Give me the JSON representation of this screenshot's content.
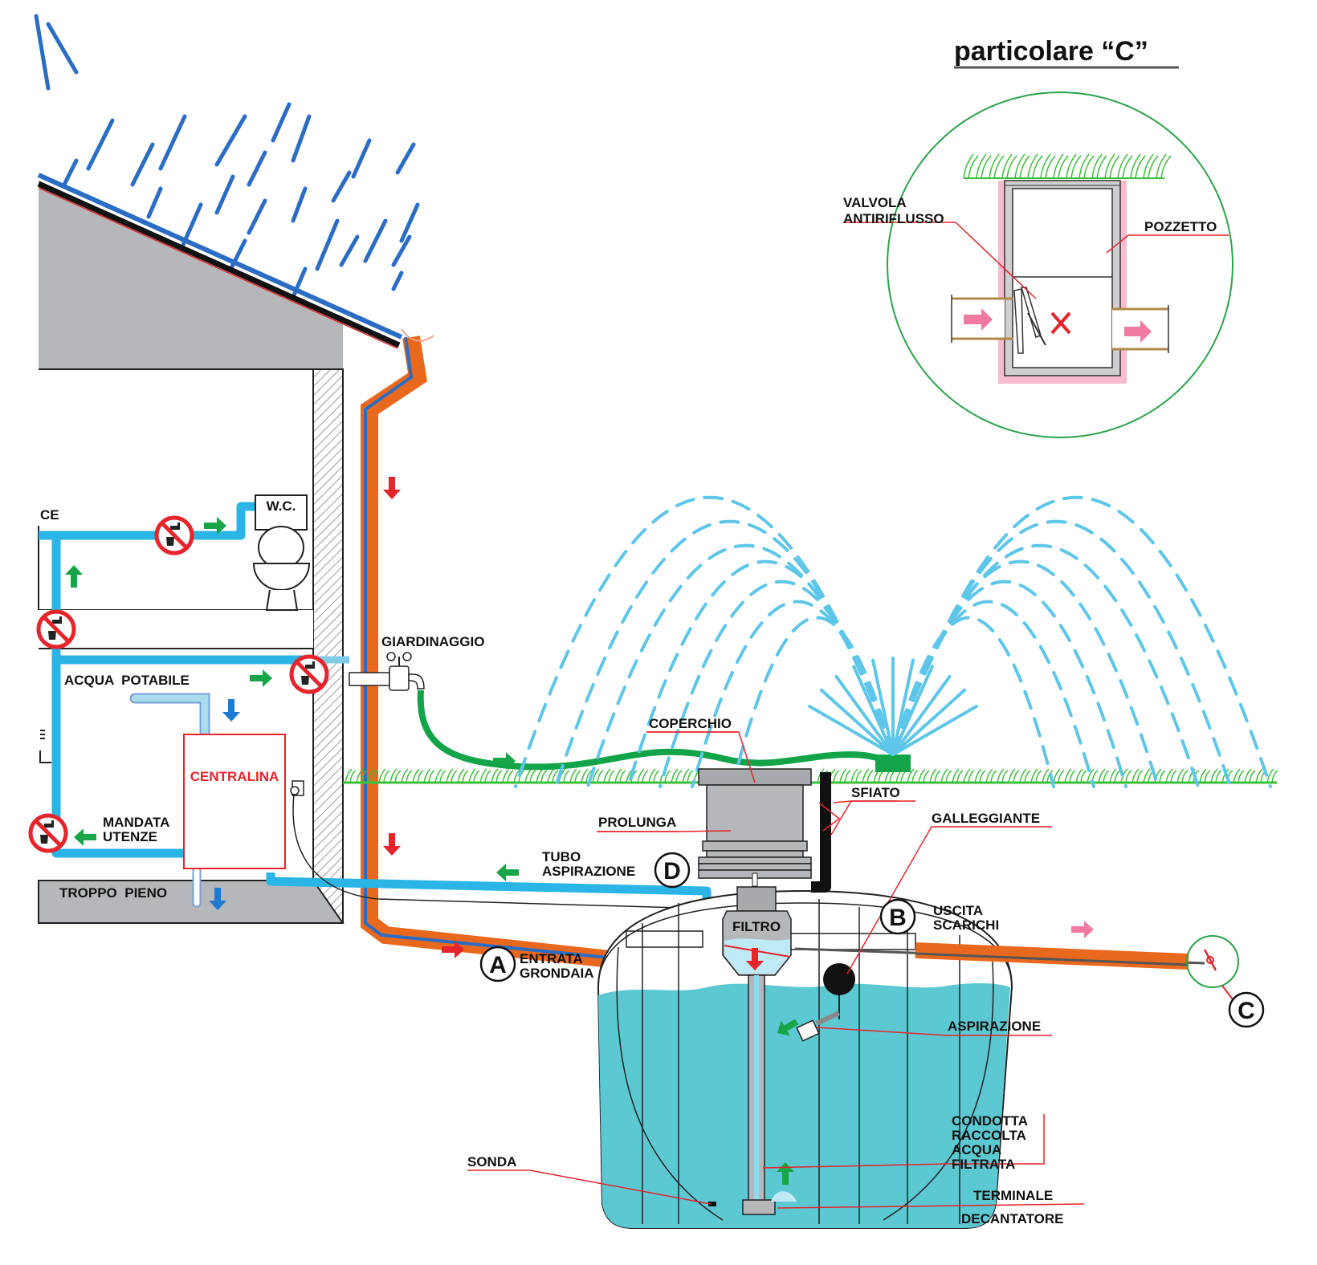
{
  "title": "particolare “C”",
  "colors": {
    "rain": "#2b6cc4",
    "rainwater_pipe": "#e8691e",
    "supply_pipe": "#2ab5e6",
    "potable_pipe": "#a8dcec",
    "tank_water": "#5cc8d2",
    "grass": "#3dbf3a",
    "hose": "#13a44a",
    "spray": "#5ec6e8",
    "flow_arrow_green": "#18a548",
    "flow_arrow_red": "#e6242b",
    "flow_arrow_blue": "#1f7ad1",
    "flow_arrow_pink": "#f07aa0",
    "leader_line": "#e6242b",
    "house_gray": "#b6b7ba",
    "detail_circle": "#2aa34a",
    "pozzetto_pink": "#f7bcd0"
  },
  "house": {
    "wc_label": "W.C.",
    "left_fragment_label": "CE",
    "potable_label": "ACQUA  POTABILE",
    "control_unit_label": "CENTRALINA",
    "supply_label": [
      "MANDATA",
      "UTENZE"
    ],
    "overflow_label": "TROPPO  PIENO"
  },
  "garden": {
    "tap_label": "GIARDINAGGIO"
  },
  "tank_labels": {
    "coperchio": "COPERCHIO",
    "prolunga": "PROLUNGA",
    "sfiato": "SFIATO",
    "galleggiante": "GALLEGGIANTE",
    "tubo_aspirazione": [
      "TUBO",
      "ASPIRAZIONE"
    ],
    "filtro": "FILTRO",
    "uscita_scarichi": [
      "USCITA",
      "SCARICHI"
    ],
    "entrata_grondaia": [
      "ENTRATA",
      "GRONDAIA"
    ],
    "aspirazione": "ASPIRAZIONE",
    "condotta": [
      "CONDOTTA",
      "RACCOLTA",
      "ACQUA",
      "FILTRATA"
    ],
    "sonda": "SONDA",
    "terminale": [
      "TERMINALE",
      "DECANTATORE"
    ]
  },
  "markers": {
    "a": "A",
    "b": "B",
    "c": "C",
    "d": "D"
  },
  "detail_c": {
    "valve_label": [
      "VALVOLA",
      "ANTIRIFLUSSO"
    ],
    "pozzetto_label": "POZZETTO"
  }
}
